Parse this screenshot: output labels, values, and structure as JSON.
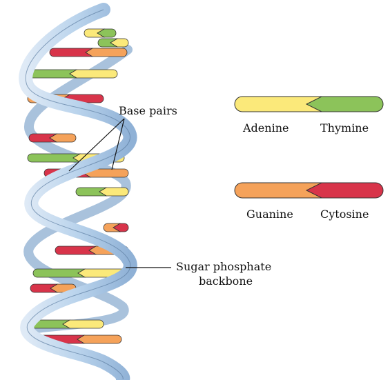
{
  "labels": {
    "base_pairs": "Base pairs",
    "backbone_line1": "Sugar phosphate",
    "backbone_line2": "backbone"
  },
  "legend": [
    {
      "left_name": "Adenine",
      "right_name": "Thymine",
      "left_color": "#fbe97a",
      "right_color": "#8cc35a"
    },
    {
      "left_name": "Guanine",
      "right_name": "Cytosine",
      "left_color": "#f5a25a",
      "right_color": "#d8344a"
    }
  ],
  "colors": {
    "backbone": "#b9d3ec",
    "backbone_edge": "#6f8fb0",
    "adenine": "#fbe97a",
    "thymine": "#8cc35a",
    "guanine": "#f5a25a",
    "cytosine": "#d8344a"
  }
}
